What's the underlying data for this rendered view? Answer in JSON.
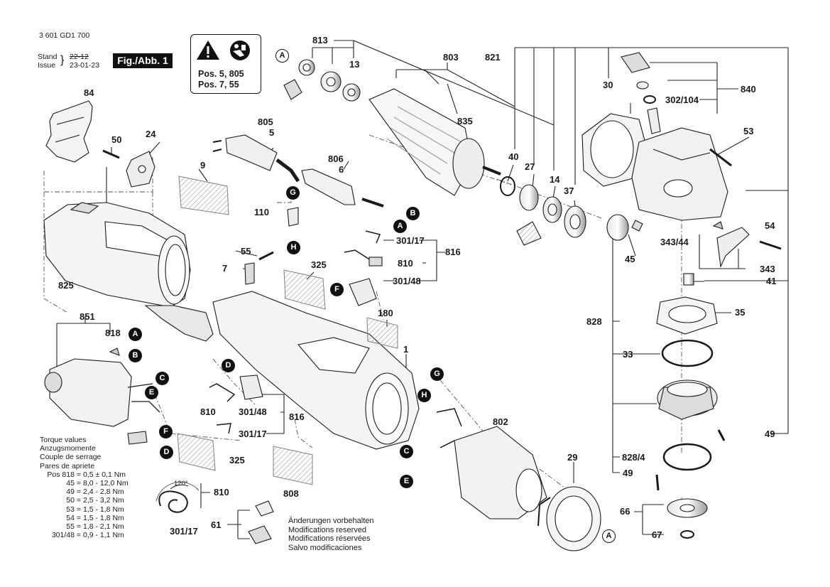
{
  "header": {
    "doc_number": "3 601 GD1 700",
    "stand_label": "Stand",
    "stand_old_date": "22-12",
    "issue_label": "Issue",
    "issue_date": "23-01-23",
    "figure_label": "Fig./Abb. 1"
  },
  "notice": {
    "warning_icon": "warning-triangle-icon",
    "manual_icon": "read-manual-icon",
    "line1": "Pos. 5, 805",
    "line2": "Pos. 7, 55"
  },
  "part_labels": {
    "p813": "813",
    "p803": "803",
    "p821": "821",
    "p13": "13",
    "p835": "835",
    "p30": "30",
    "p840": "840",
    "p302_104": "302/104",
    "p53_top": "53",
    "p84": "84",
    "p50": "50",
    "p24": "24",
    "p805": "805",
    "p5": "5",
    "p806": "806",
    "p6": "6",
    "p9": "9",
    "p40": "40",
    "p27": "27",
    "p14": "14",
    "p37": "37",
    "p110": "110",
    "p55": "55",
    "p7": "7",
    "p325_top": "325",
    "p301_17_top": "301/17",
    "p816_top": "816",
    "p810_top": "810",
    "p301_48_top": "301/48",
    "p54": "54",
    "p343_44": "343/44",
    "p45": "45",
    "p343": "343",
    "p41": "41",
    "p825": "825",
    "p35": "35",
    "p828": "828",
    "p851": "851",
    "p818": "818",
    "p180": "180",
    "p1": "1",
    "p33": "33",
    "p810_mid": "810",
    "p301_48_mid": "301/48",
    "p816_mid": "816",
    "p301_17_mid": "301/17",
    "p802": "802",
    "p49_right": "49",
    "p325_bot": "325",
    "p808": "808",
    "p29": "29",
    "p828_4": "828/4",
    "p49_low": "49",
    "p810_bot": "810",
    "p120": "120°",
    "p301_17_bot": "301/17",
    "p61": "61",
    "p66": "66",
    "p67": "67"
  },
  "connectors": {
    "A": "A",
    "B": "B",
    "C": "C",
    "D": "D",
    "E": "E",
    "F": "F",
    "G": "G",
    "H": "H"
  },
  "torque": {
    "rows": [
      {
        "key": "Torque values",
        "value": ""
      },
      {
        "key": "Anzugsmomente",
        "value": ""
      },
      {
        "key": "Couple de serrage",
        "value": ""
      },
      {
        "key": "Pares de apriete",
        "value": ""
      },
      {
        "key": "Pos 818 =",
        "value": "0,5 ± 0,1 Nm"
      },
      {
        "key": "45 =",
        "value": "8,0 - 12,0 Nm"
      },
      {
        "key": "49 =",
        "value": "2,4 - 2,8 Nm"
      },
      {
        "key": "50 =",
        "value": "2,5 - 3,2 Nm"
      },
      {
        "key": "53 =",
        "value": "1,5 - 1,8 Nm"
      },
      {
        "key": "54 =",
        "value": "1,5 - 1,8 Nm"
      },
      {
        "key": "55 =",
        "value": "1,8 - 2,1 Nm"
      },
      {
        "key": "301/48 =",
        "value": "0,9 - 1,1 Nm"
      }
    ]
  },
  "modifications": {
    "de": "Änderungen vorbehalten",
    "en": "Modifications reserved",
    "fr": "Modifications réservées",
    "es": "Salvo modificaciones"
  }
}
